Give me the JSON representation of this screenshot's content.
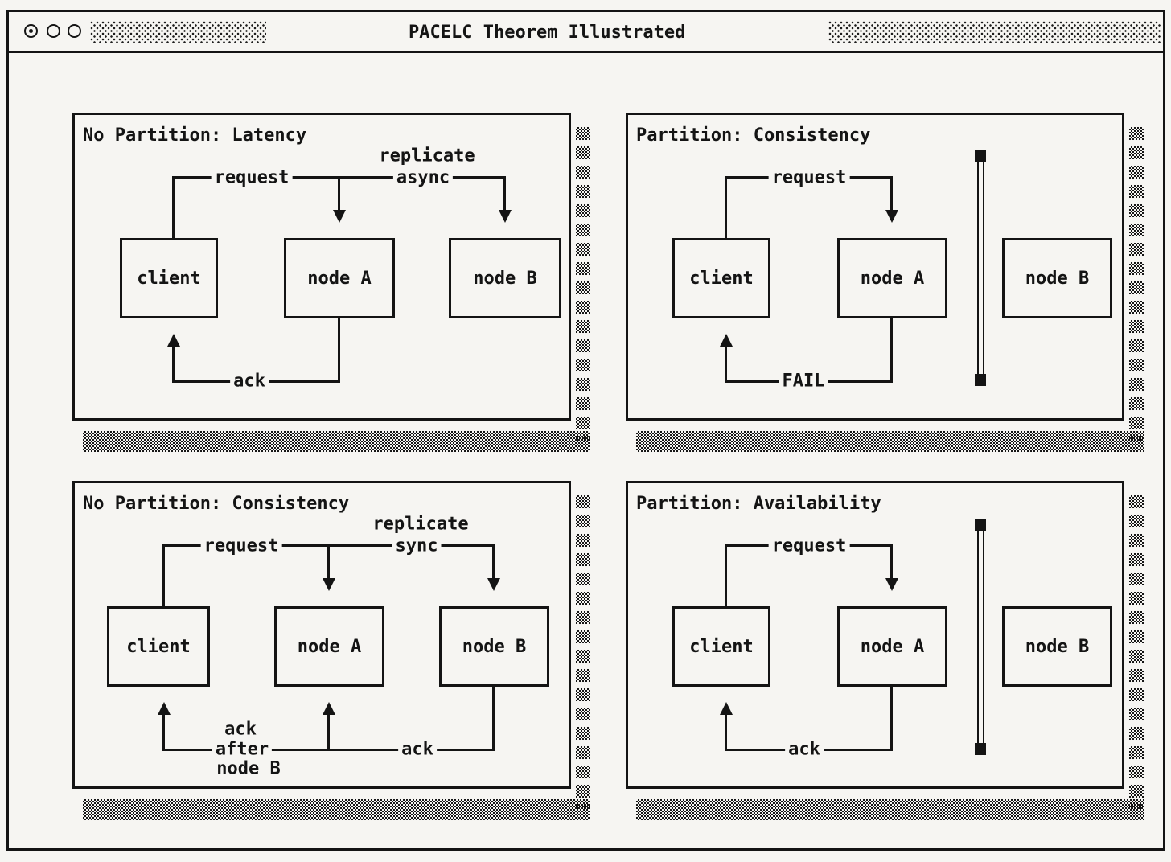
{
  "window": {
    "title": "PACELC Theorem Illustrated",
    "controls": [
      {
        "icon": "dotted-circle-icon"
      },
      {
        "icon": "circle-icon"
      },
      {
        "icon": "circle-icon"
      }
    ]
  },
  "colors": {
    "background": "#f6f5f2",
    "ink": "#141414"
  },
  "panels": [
    {
      "title": "No Partition: Latency",
      "boxes": {
        "client": "client",
        "node_a": "node A",
        "node_b": "node B"
      },
      "labels": {
        "request": "request",
        "replicate": "replicate",
        "mode": "async",
        "ack": "ack"
      },
      "partition": false
    },
    {
      "title": "Partition: Consistency",
      "boxes": {
        "client": "client",
        "node_a": "node A",
        "node_b": "node B"
      },
      "labels": {
        "request": "request",
        "fail": "FAIL"
      },
      "partition": true
    },
    {
      "title": "No Partition: Consistency",
      "boxes": {
        "client": "client",
        "node_a": "node A",
        "node_b": "node B"
      },
      "labels": {
        "request": "request",
        "replicate": "replicate",
        "mode": "sync",
        "ack_above": "ack",
        "ack_mid": "after",
        "ack_below": "node B",
        "ack_b": "ack"
      },
      "partition": false
    },
    {
      "title": "Partition: Availability",
      "boxes": {
        "client": "client",
        "node_a": "node A",
        "node_b": "node B"
      },
      "labels": {
        "request": "request",
        "ack": "ack"
      },
      "partition": true
    }
  ]
}
